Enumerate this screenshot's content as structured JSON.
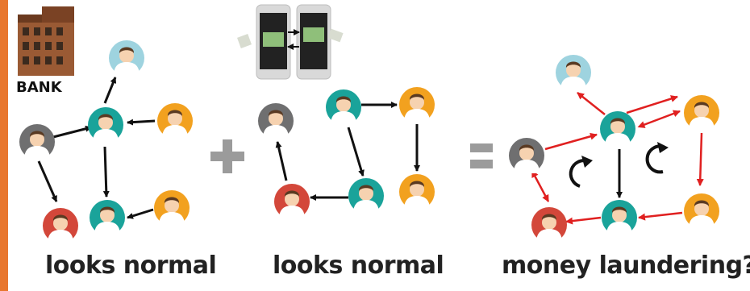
{
  "captions": {
    "left": "looks normal",
    "middle": "looks normal",
    "right": "money laundering?"
  },
  "bank": {
    "label": "BANK"
  },
  "colors": {
    "teal": "#1aa39a",
    "orange": "#f2a11f",
    "red": "#d3473a",
    "lightblue": "#9ed3df",
    "gray": "#6f6f70",
    "red_arrow": "#e02020",
    "black_arrow": "#111111"
  },
  "icons": {
    "bank": "bank-building-icon",
    "phones": "money-transfer-phones-icon",
    "plus": "plus-icon",
    "equals": "equals-icon",
    "cycle": "cycle-arrow-icon"
  }
}
